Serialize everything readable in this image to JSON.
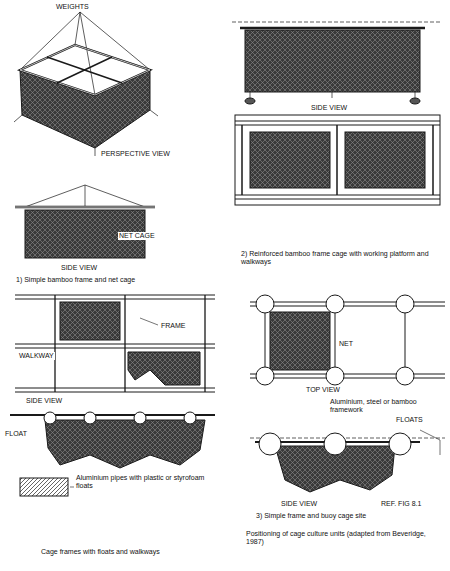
{
  "diagram": {
    "labels": [
      "WEIGHTS",
      "PERSPECTIVE VIEW",
      "NET CAGE",
      "SIDE VIEW",
      "1) Simple bamboo frame and net cage",
      "SIDE VIEW",
      "2) Reinforced bamboo frame cage with working platform and walkways",
      "WALKWAY",
      "FRAME",
      "SIDE VIEW",
      "FLOAT",
      "Aluminium pipes with plastic or styrofoam floats",
      "Cage frames with floats and walkways",
      "NET",
      "TOP VIEW",
      "Aluminium, steel or bamboo framework",
      "FLOATS",
      "SIDE VIEW",
      "REF. FIG 8.1",
      "3) Simple frame and buoy cage site",
      "Positioning of cage culture units (adapted from Beveridge, 1987)"
    ]
  }
}
